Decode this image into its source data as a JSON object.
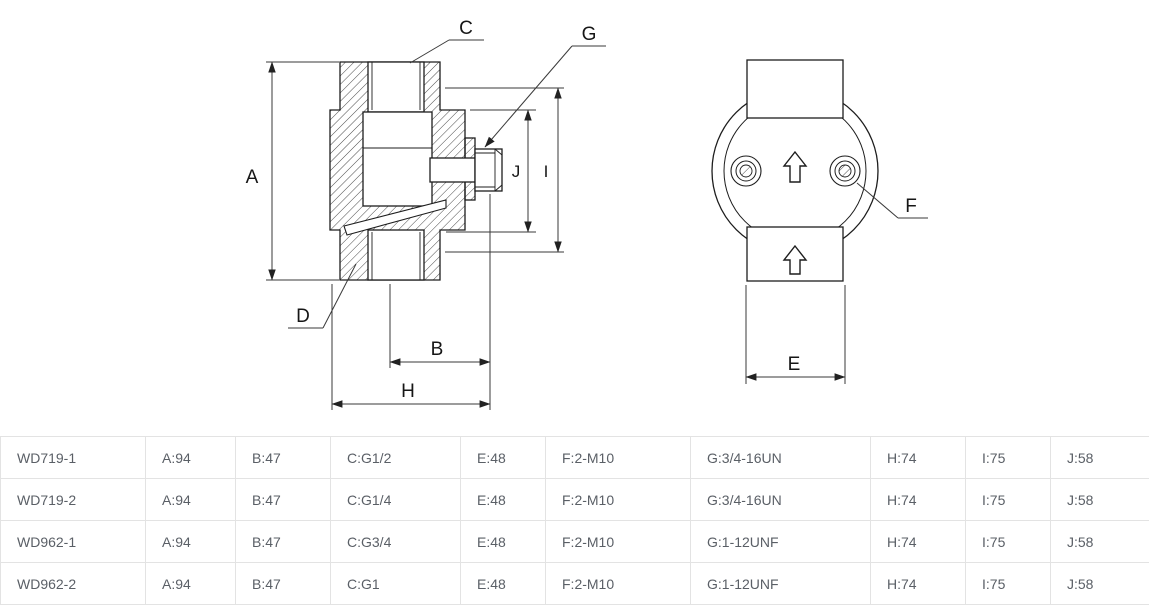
{
  "drawing": {
    "labels": {
      "A": "A",
      "B": "B",
      "C": "C",
      "D": "D",
      "E": "E",
      "F": "F",
      "G": "G",
      "H": "H",
      "I": "I",
      "J": "J"
    }
  },
  "table": {
    "rows": [
      [
        "WD719-1",
        "A:94",
        "B:47",
        "C:G1/2",
        "E:48",
        "F:2-M10",
        "G:3/4-16UN",
        "H:74",
        "I:75",
        "J:58"
      ],
      [
        "WD719-2",
        "A:94",
        "B:47",
        "C:G1/4",
        "E:48",
        "F:2-M10",
        "G:3/4-16UN",
        "H:74",
        "I:75",
        "J:58"
      ],
      [
        "WD962-1",
        "A:94",
        "B:47",
        "C:G3/4",
        "E:48",
        "F:2-M10",
        "G:1-12UNF",
        "H:74",
        "I:75",
        "J:58"
      ],
      [
        "WD962-2",
        "A:94",
        "B:47",
        "C:G1",
        "E:48",
        "F:2-M10",
        "G:1-12UNF",
        "H:74",
        "I:75",
        "J:58"
      ]
    ]
  },
  "colors": {
    "line": "#1d1d1d",
    "dimension_line": "#3a3a3a",
    "table_border": "#e3e3e3",
    "table_text": "#5a5f66"
  }
}
